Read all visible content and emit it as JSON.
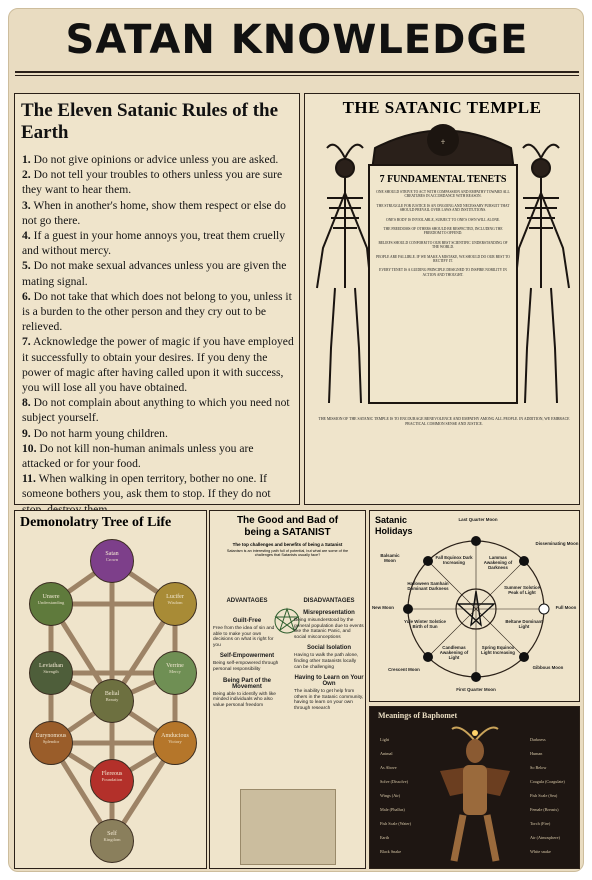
{
  "title": "SATAN KNOWLEDGE",
  "rules": {
    "heading": "The Eleven Satanic Rules of the Earth",
    "items": [
      {
        "num": "1.",
        "text": "Do not give opinions or advice unless you are asked."
      },
      {
        "num": "2.",
        "text": "Do not tell your troubles to others unless you are sure they want to hear them."
      },
      {
        "num": "3.",
        "text": "When in another's home, show them respect or else do not go there."
      },
      {
        "num": "4.",
        "text": "If a guest in your home annoys you, treat them cruelly and without mercy."
      },
      {
        "num": "5.",
        "text": "Do not make sexual advances unless you are given the mating signal."
      },
      {
        "num": "6.",
        "text": "Do not take that which does not belong to you, unless it is a burden to the other person and they cry out to be relieved."
      },
      {
        "num": "7.",
        "text": "Acknowledge the power of magic if you have employed it successfully to obtain your desires. If you deny the power of magic after having called upon it with success, you will lose all you have obtained."
      },
      {
        "num": "8.",
        "text": "Do not complain about anything to which you need not subject yourself."
      },
      {
        "num": "9.",
        "text": "Do not harm young children."
      },
      {
        "num": "10.",
        "text": "Do not kill non-human animals unless you are attacked or for your food."
      },
      {
        "num": "11.",
        "text": "When walking in open territory, bother no one. If someone bothers you, ask them to stop. If they do not stop, destroy them."
      }
    ]
  },
  "temple": {
    "heading": "THE SATANIC TEMPLE",
    "tenets_heading": "7 FUNDAMENTAL TENETS",
    "tenets": [
      "ONE SHOULD STRIVE TO ACT WITH COMPASSION AND EMPATHY TOWARD ALL CREATURES IN ACCORDANCE WITH REASON.",
      "THE STRUGGLE FOR JUSTICE IS AN ONGOING AND NECESSARY PURSUIT THAT SHOULD PREVAIL OVER LAWS AND INSTITUTIONS.",
      "ONE'S BODY IS INVIOLABLE, SUBJECT TO ONE'S OWN WILL ALONE.",
      "THE FREEDOMS OF OTHERS SHOULD BE RESPECTED, INCLUDING THE FREEDOM TO OFFEND.",
      "BELIEFS SHOULD CONFORM TO OUR BEST SCIENTIFIC UNDERSTANDING OF THE WORLD.",
      "PEOPLE ARE FALLIBLE. IF WE MAKE A MISTAKE, WE SHOULD DO OUR BEST TO RECTIFY IT.",
      "EVERY TENET IS A GUIDING PRINCIPLE DESIGNED TO INSPIRE NOBILITY IN ACTION AND THOUGHT."
    ],
    "mission": "THE MISSION OF THE SATANIC TEMPLE IS TO ENCOURAGE BENEVOLENCE AND EMPATHY AMONG ALL PEOPLE. IN ADDITION, WE EMBRACE PRACTICAL COMMON SENSE AND JUSTICE."
  },
  "tree": {
    "heading": "Demonolatry Tree of Life",
    "nodes": [
      {
        "name": "Satan",
        "sub": "Crown",
        "color": "#7d3f8a"
      },
      {
        "name": "Unsere",
        "sub": "Understanding",
        "color": "#5f7a3c"
      },
      {
        "name": "Lucifer",
        "sub": "Wisdom",
        "color": "#a88b36"
      },
      {
        "name": "Leviathan",
        "sub": "Strength",
        "color": "#4e5e3a"
      },
      {
        "name": "Verrine",
        "sub": "Mercy",
        "color": "#6f8f54"
      },
      {
        "name": "Belial",
        "sub": "Beauty",
        "color": "#6d7040"
      },
      {
        "name": "Eurynomous",
        "sub": "Splendor",
        "color": "#9a5d2a"
      },
      {
        "name": "Amducious",
        "sub": "Victory",
        "color": "#b5762a"
      },
      {
        "name": "Flereous",
        "sub": "Foundation",
        "color": "#b3302a"
      },
      {
        "name": "Self",
        "sub": "Kingdom",
        "color": "#8a7f5c"
      }
    ]
  },
  "good_bad": {
    "heading": "The Good and Bad of being a SATANIST",
    "sub": "The top challenges and benefits of being a Satanist",
    "sub2": "Satanism is an interesting path full of potential, but what are some of the challenges that Satanists usually face?",
    "adv_label": "ADVANTAGES",
    "dis_label": "DISADVANTAGES",
    "advantages": [
      {
        "h": "Guilt-Free",
        "t": "Free from the idea of sin and able to make your own decisions on what is right for you"
      },
      {
        "h": "Self-Empowerment",
        "t": "Being self-empowered through personal responsibility"
      },
      {
        "h": "Being Part of the Movement",
        "t": "Being able to identify with like minded individuals who also value personal freedom"
      }
    ],
    "disadvantages": [
      {
        "h": "Misrepresentation",
        "t": "Being misunderstood by the general population due to events like the Satanic Panic, and social misconceptions"
      },
      {
        "h": "Social Isolation",
        "t": "Having to walk the path alone, finding other Satanists locally can be challenging"
      },
      {
        "h": "Having to Learn on Your Own",
        "t": "The inability to get help from others in the Satanic community, having to learn on your own through research"
      }
    ]
  },
  "holidays": {
    "heading": "Satanic Holidays",
    "labels": [
      "Last Quarter Moon",
      "Disseminating Moon",
      "Balsamic Moon",
      "Fall Equinox Dark Increasing",
      "Lammas Awakening of Darkness",
      "Halloween Samhain Dominant Darkness",
      "Summer Solstice Peak of Light",
      "New Moon",
      "Full Moon",
      "Yule Winter Solstice Birth of Sun",
      "Beltane Dominant Light",
      "Candlemas Awakening of Light",
      "Spring Equinox Light Increasing",
      "Crescent Moon",
      "Gibbous Moon",
      "First Quarter Moon"
    ]
  },
  "baphomet": {
    "heading": "Meanings of Baphomet",
    "left": [
      "Light",
      "Animal",
      "As Above",
      "Solve (Dissolve)",
      "Wings (Air)",
      "Male (Phallus)",
      "Fish Scale (Water)",
      "Earth",
      "Black Snake"
    ],
    "right": [
      "Darkness",
      "Human",
      "So Below",
      "Coagula (Coagulate)",
      "Fish Scale (Sea)",
      "Female (Breasts)",
      "Torch (Fire)",
      "Air (Atmosphere)",
      "White snake"
    ]
  }
}
